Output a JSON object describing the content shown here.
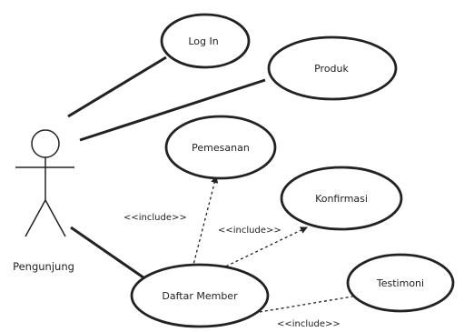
{
  "diagram": {
    "actor": {
      "label": "Pengunjung"
    },
    "use_cases": {
      "login": "Log In",
      "produk": "Produk",
      "pemesanan": "Pemesanan",
      "konfirmasi": "Konfirmasi",
      "daftar_member": "Daftar Member",
      "testimoni": "Testimoni"
    },
    "include_labels": {
      "to_pemesanan": "<<include>>",
      "to_konfirmasi": "<<include>>",
      "to_testimoni": "<<include>>"
    }
  }
}
